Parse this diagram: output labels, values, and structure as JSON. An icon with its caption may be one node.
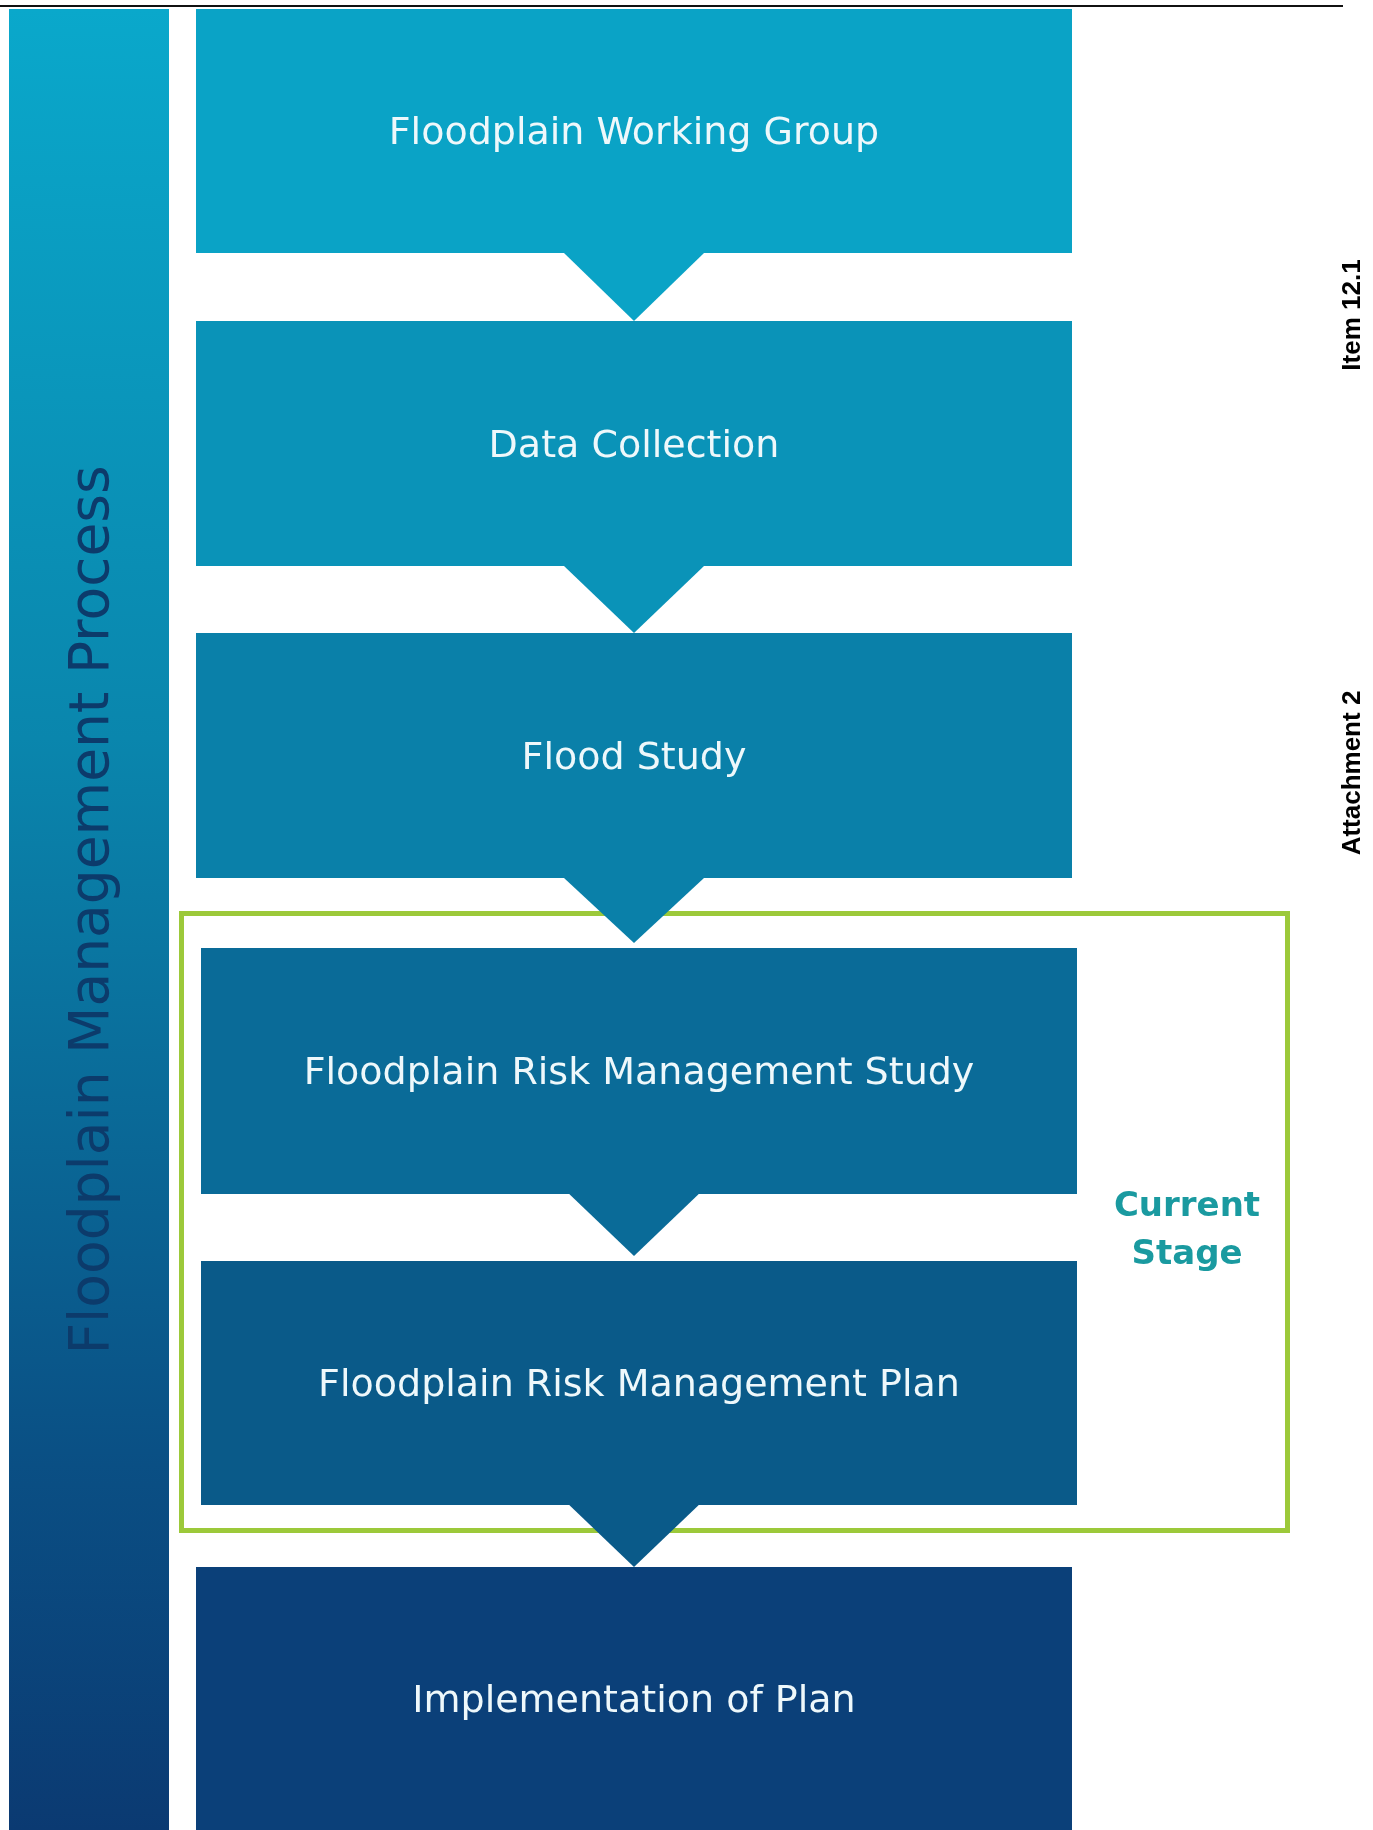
{
  "diagram": {
    "nodes": [
      {
        "text": [
          "Floodplain Management Process"
        ]
      },
      {
        "text": [
          "Floodplain Working Group"
        ]
      },
      {
        "text": [
          "Data Collection"
        ]
      },
      {
        "text": [
          "Flood Study"
        ]
      },
      {
        "text": [
          "Current Stage"
        ]
      },
      {
        "text": [
          "Floodplain Risk Management Study"
        ],
        "in": 4
      },
      {
        "text": [
          "Floodplain Risk Management Plan"
        ],
        "in": 4
      },
      {
        "text": [
          "Implementation of Plan"
        ]
      }
    ],
    "edges": [
      {
        "from": 1,
        "to": 2,
        "arrow": "to"
      },
      {
        "from": 2,
        "to": 3,
        "arrow": "to"
      },
      {
        "from": 3,
        "to": 5,
        "arrow": "to"
      },
      {
        "from": 5,
        "to": 6,
        "arrow": "to"
      },
      {
        "from": 6,
        "to": 7,
        "arrow": "to"
      }
    ],
    "labels": [
      "Item 12.1",
      "Attachment 2"
    ]
  }
}
